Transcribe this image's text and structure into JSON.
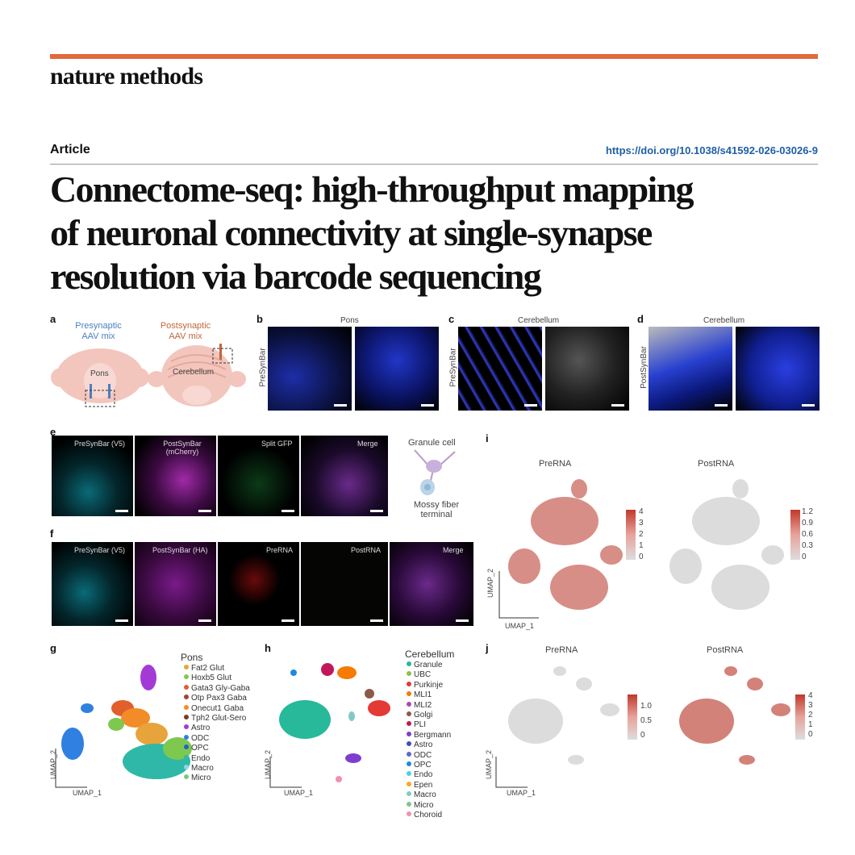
{
  "header": {
    "journal": "nature methods",
    "article_type": "Article",
    "doi": "https://doi.org/10.1038/s41592-026-03026-9",
    "title_lines": [
      "Connectome-seq: high-throughput mapping",
      "of neuronal connectivity at single-synapse",
      "resolution via barcode sequencing"
    ]
  },
  "colors": {
    "accent_bar": "#e2693a",
    "doi_link": "#1f5fa8",
    "presyn_text": "#4a7fc1",
    "postsyn_text": "#c0673a"
  },
  "figure": {
    "panel_letters": [
      "a",
      "b",
      "c",
      "d",
      "e",
      "f",
      "g",
      "h",
      "i",
      "j"
    ],
    "a": {
      "pre_label": "Presynaptic\nAAV mix",
      "post_label": "Postsynaptic\nAAV mix",
      "pons": "Pons",
      "cerebellum": "Cerebellum"
    },
    "b": {
      "title": "Pons",
      "ylabel": "PreSynBar"
    },
    "c": {
      "title": "Cerebellum",
      "ylabel": "PreSynBar"
    },
    "d": {
      "title": "Cerebellum",
      "ylabel": "PostSynBar"
    },
    "e": {
      "panels": [
        "PreSynBar (V5)",
        "PostSynBar\n(mCherry)",
        "Split GFP",
        "Merge"
      ],
      "granule": "Granule cell",
      "mossy": "Mossy fiber\nterminal"
    },
    "f": {
      "panels": [
        "PreSynBar (V5)",
        "PostSynBar (HA)",
        "PreRNA",
        "PostRNA",
        "Merge"
      ]
    },
    "i": {
      "left_title": "PreRNA",
      "right_title": "PostRNA",
      "left_ticks": [
        "4",
        "3",
        "2",
        "1",
        "0"
      ],
      "right_ticks": [
        "1.2",
        "0.9",
        "0.6",
        "0.3",
        "0"
      ],
      "xaxis": "UMAP_1",
      "yaxis": "UMAP_2"
    },
    "j": {
      "left_title": "PreRNA",
      "right_title": "PostRNA",
      "left_ticks": [
        "1.0",
        "0.5",
        "0"
      ],
      "right_ticks": [
        "4",
        "3",
        "2",
        "1",
        "0"
      ],
      "xaxis": "UMAP_1",
      "yaxis": "UMAP_2"
    },
    "g": {
      "title": "Pons",
      "xaxis": "UMAP_1",
      "yaxis": "UMAP_2",
      "legend": [
        {
          "name": "Fat2 Glut",
          "color": "#e7a43a"
        },
        {
          "name": "Hoxb5 Glut",
          "color": "#7ec850"
        },
        {
          "name": "Gata3 Gly-Gaba",
          "color": "#e05f2a"
        },
        {
          "name": "Otp Pax3 Gaba",
          "color": "#a0462f"
        },
        {
          "name": "Onecut1 Gaba",
          "color": "#f28c28"
        },
        {
          "name": "Tph2 Glut-Sero",
          "color": "#7a3a2a"
        },
        {
          "name": "Astro",
          "color": "#a43ad6"
        },
        {
          "name": "ODC",
          "color": "#2f80e0"
        },
        {
          "name": "OPC",
          "color": "#1f63d0"
        },
        {
          "name": "Endo",
          "color": "#2fb8a8"
        },
        {
          "name": "Macro",
          "color": "#8fd3e8"
        },
        {
          "name": "Micro",
          "color": "#7cc87a"
        }
      ]
    },
    "h": {
      "title": "Cerebellum",
      "xaxis": "UMAP_1",
      "yaxis": "UMAP_2",
      "legend": [
        {
          "name": "Granule",
          "color": "#28b89a"
        },
        {
          "name": "UBC",
          "color": "#8bc34a"
        },
        {
          "name": "Purkinje",
          "color": "#e53935"
        },
        {
          "name": "MLI1",
          "color": "#f57c00"
        },
        {
          "name": "MLI2",
          "color": "#ab47bc"
        },
        {
          "name": "Golgi",
          "color": "#8d5a4a"
        },
        {
          "name": "PLI",
          "color": "#c2185b"
        },
        {
          "name": "Bergmann",
          "color": "#7e3fd1"
        },
        {
          "name": "Astro",
          "color": "#3f51b5"
        },
        {
          "name": "ODC",
          "color": "#5c6bc0"
        },
        {
          "name": "OPC",
          "color": "#1e88e5"
        },
        {
          "name": "Endo",
          "color": "#4dd0e1"
        },
        {
          "name": "Epen",
          "color": "#f9a825"
        },
        {
          "name": "Macro",
          "color": "#80cbc4"
        },
        {
          "name": "Micro",
          "color": "#81c784"
        },
        {
          "name": "Choroid",
          "color": "#f48fb1"
        }
      ]
    }
  }
}
